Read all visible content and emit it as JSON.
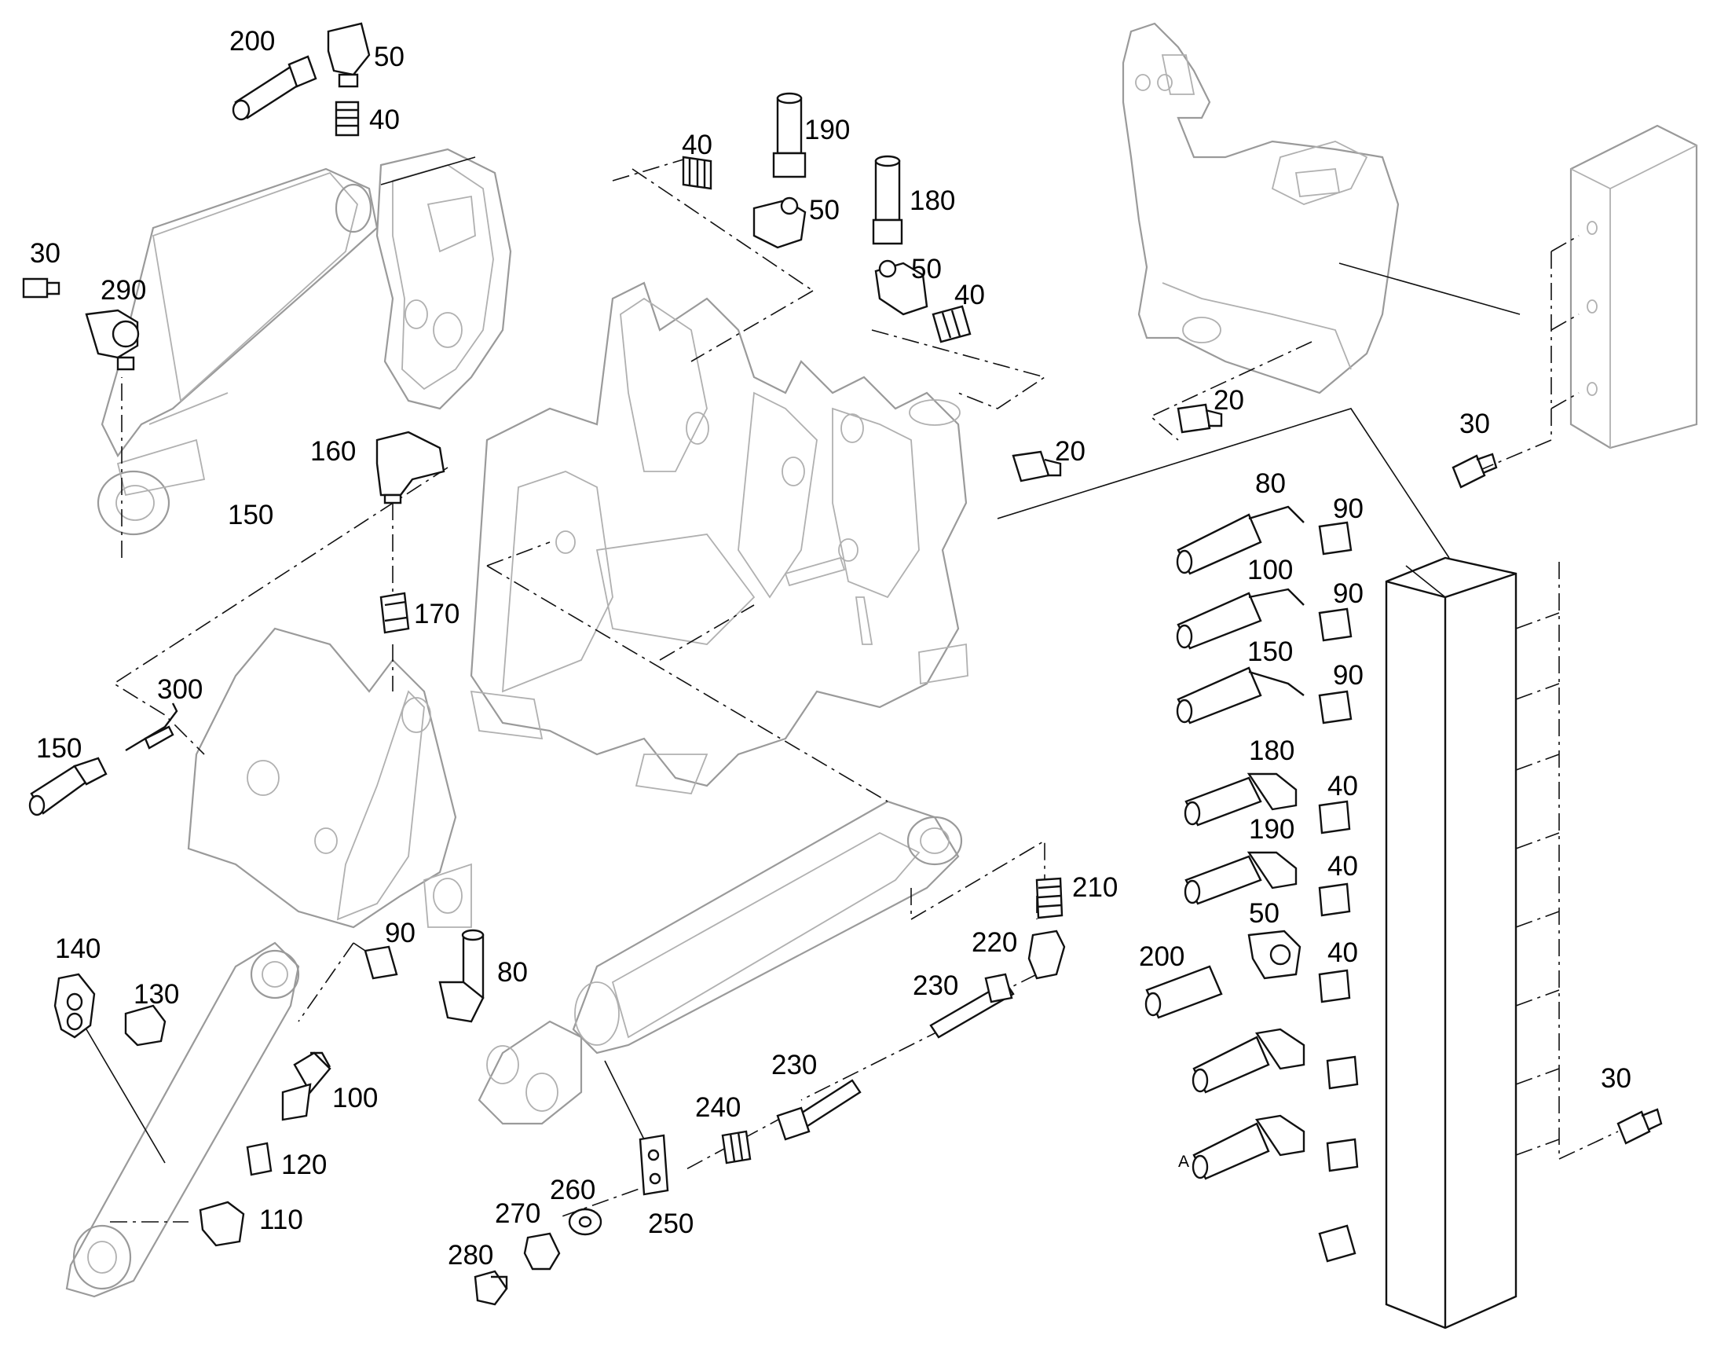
{
  "diagram": {
    "callouts": [
      {
        "id": "c200a",
        "text": "200"
      },
      {
        "id": "c50a",
        "text": "50"
      },
      {
        "id": "c40a",
        "text": "40"
      },
      {
        "id": "c30a",
        "text": "30"
      },
      {
        "id": "c290",
        "text": "290"
      },
      {
        "id": "c150a",
        "text": "150"
      },
      {
        "id": "c160",
        "text": "160"
      },
      {
        "id": "c170",
        "text": "170"
      },
      {
        "id": "c300",
        "text": "300"
      },
      {
        "id": "c150b",
        "text": "150"
      },
      {
        "id": "c40b",
        "text": "40"
      },
      {
        "id": "c190a",
        "text": "190"
      },
      {
        "id": "c50b",
        "text": "50"
      },
      {
        "id": "c180a",
        "text": "180"
      },
      {
        "id": "c50c",
        "text": "50"
      },
      {
        "id": "c40c",
        "text": "40"
      },
      {
        "id": "c20a",
        "text": "20"
      },
      {
        "id": "c20b",
        "text": "20"
      },
      {
        "id": "c30b",
        "text": "30"
      },
      {
        "id": "c80a",
        "text": "80"
      },
      {
        "id": "c90a",
        "text": "90"
      },
      {
        "id": "c100a",
        "text": "100"
      },
      {
        "id": "c90b",
        "text": "90"
      },
      {
        "id": "c150c",
        "text": "150"
      },
      {
        "id": "c90c",
        "text": "90"
      },
      {
        "id": "c180b",
        "text": "180"
      },
      {
        "id": "c40d",
        "text": "40"
      },
      {
        "id": "c190b",
        "text": "190"
      },
      {
        "id": "c40e",
        "text": "40"
      },
      {
        "id": "c50d",
        "text": "50"
      },
      {
        "id": "c200b",
        "text": "200"
      },
      {
        "id": "c40f",
        "text": "40"
      },
      {
        "id": "cA",
        "text": "A"
      },
      {
        "id": "c30c",
        "text": "30"
      },
      {
        "id": "c140",
        "text": "140"
      },
      {
        "id": "c130",
        "text": "130"
      },
      {
        "id": "c90d",
        "text": "90"
      },
      {
        "id": "c80b",
        "text": "80"
      },
      {
        "id": "c100b",
        "text": "100"
      },
      {
        "id": "c120",
        "text": "120"
      },
      {
        "id": "c110",
        "text": "110"
      },
      {
        "id": "c210",
        "text": "210"
      },
      {
        "id": "c220",
        "text": "220"
      },
      {
        "id": "c230a",
        "text": "230"
      },
      {
        "id": "c230b",
        "text": "230"
      },
      {
        "id": "c240",
        "text": "240"
      },
      {
        "id": "c260",
        "text": "260"
      },
      {
        "id": "c270",
        "text": "270"
      },
      {
        "id": "c280",
        "text": "280"
      },
      {
        "id": "c250",
        "text": "250"
      }
    ]
  }
}
